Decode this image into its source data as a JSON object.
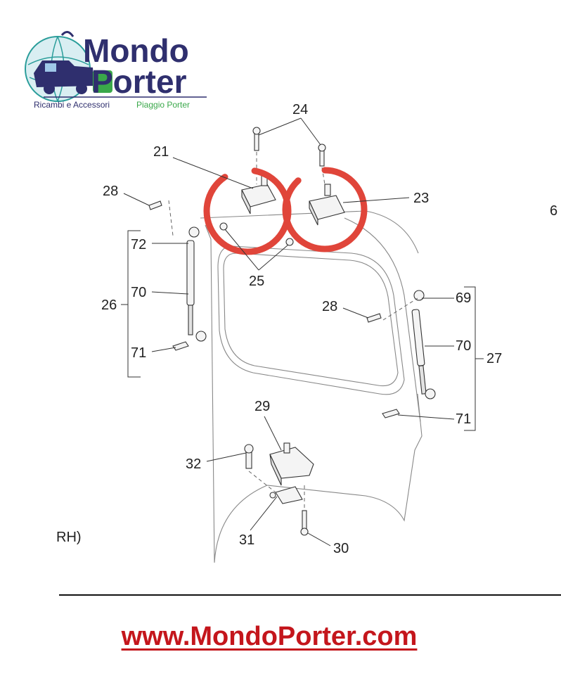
{
  "logo": {
    "line1": "Mondo",
    "line2": "Porter",
    "tagline_left": "Ricambi e Accessori",
    "tagline_right": "Piaggio Porter",
    "colors": {
      "navy": "#2f2f6e",
      "teal": "#2a9d9a",
      "green": "#3aa84a"
    }
  },
  "diagram": {
    "labels": {
      "p21": "21",
      "p23": "23",
      "p24": "24",
      "p25": "25",
      "p26": "26",
      "p27": "27",
      "p28a": "28",
      "p28b": "28",
      "p29": "29",
      "p30": "30",
      "p31": "31",
      "p32": "32",
      "p69": "69",
      "p70a": "70",
      "p70b": "70",
      "p71a": "71",
      "p71b": "71",
      "p72": "72"
    },
    "edge_fragments": {
      "left": "RH)",
      "right": "6"
    },
    "highlight_color": "#e0453a"
  },
  "website": "www.MondoPorter.com"
}
